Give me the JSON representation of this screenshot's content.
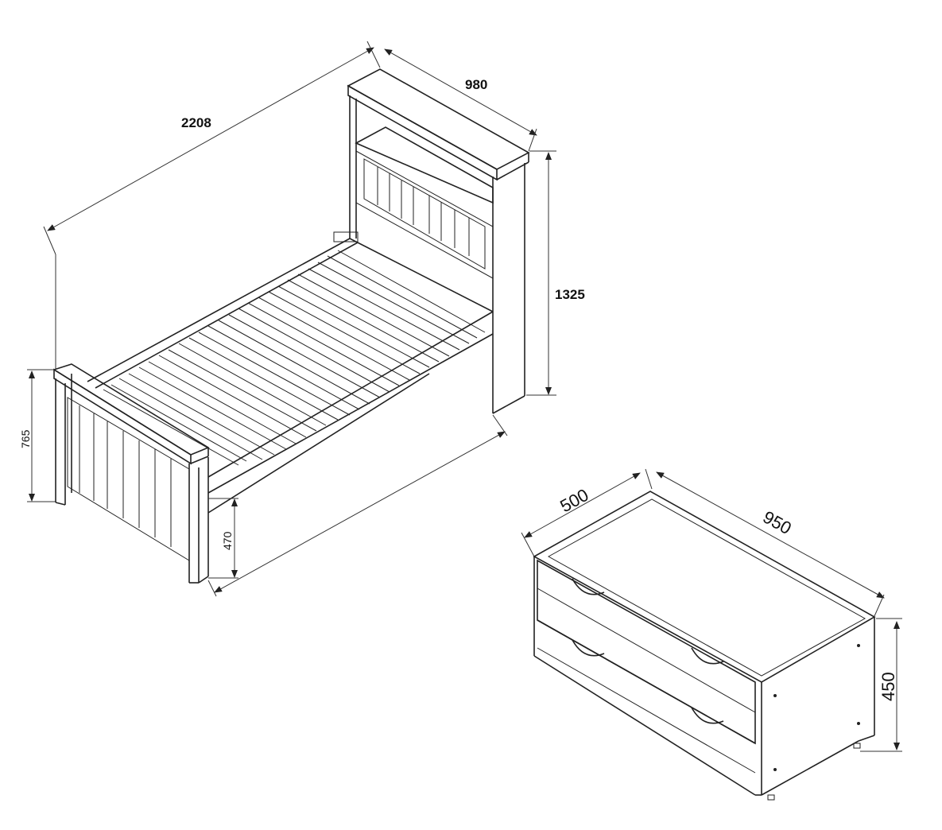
{
  "bed": {
    "dimensions": {
      "length": "2208",
      "width": "980",
      "headboard_height": "1325",
      "footboard_height": "765",
      "rail_height": "470"
    }
  },
  "trundle": {
    "dimensions": {
      "depth": "500",
      "length": "950",
      "height": "450"
    }
  },
  "colors": {
    "line": "#222222",
    "background": "#ffffff"
  }
}
